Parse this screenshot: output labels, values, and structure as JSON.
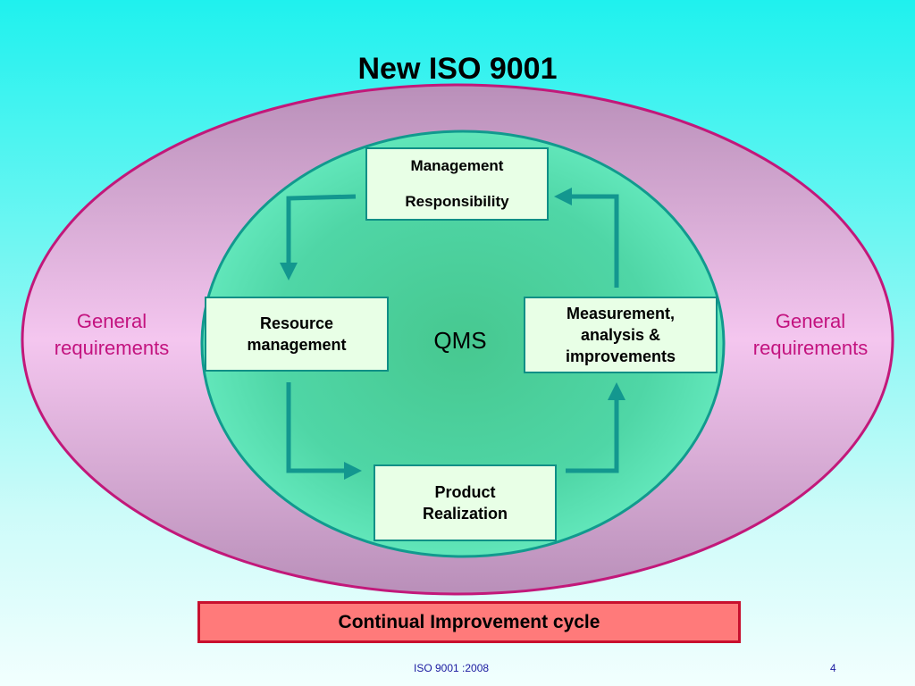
{
  "title": "New ISO 9001",
  "outer_label": {
    "left": [
      "General",
      "requirements"
    ],
    "right": [
      "General",
      "requirements"
    ]
  },
  "center_label": "QMS",
  "boxes": {
    "management": [
      "Management",
      "Responsibility"
    ],
    "resource": [
      "Resource",
      "management"
    ],
    "measurement": [
      "Measurement,",
      "analysis &",
      "improvements"
    ],
    "product": [
      "Product",
      "Realization"
    ]
  },
  "cycle_bar": "Continual Improvement cycle",
  "footer": {
    "left": "ISO 9001 :2008",
    "page_number": "4"
  },
  "colors": {
    "outer_ellipse_fill": "#c79ac4",
    "outer_ellipse_stroke": "#c2187a",
    "inner_ellipse_fill": "#4fd6a6",
    "inner_ellipse_stroke": "#119a8e",
    "arrow": "#13978f",
    "general_text": "#c3137f",
    "cycle_bar_fill": "#ff7a7a",
    "cycle_bar_border": "#c8102e"
  }
}
